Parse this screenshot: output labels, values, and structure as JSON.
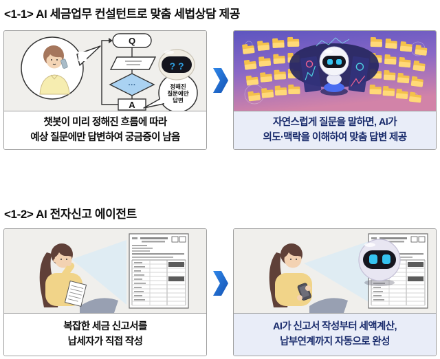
{
  "section1": {
    "title": "<1-1> AI 세금업무 컨설턴트로 맞춤 세법상담 제공",
    "left": {
      "caption_line1": "챗봇이 미리 정해진 흐름에 따라",
      "caption_line2": "예상 질문에만 답변하여 궁금증이 남음",
      "flowchart": {
        "q_label": "Q",
        "a_label": "A",
        "diamond_label": "···"
      },
      "robot_eyes": "? ?",
      "bubble_line1": "정해진",
      "bubble_line2": "질문에만",
      "bubble_line3": "답변"
    },
    "right": {
      "caption_line1": "자연스럽게 질문을 말하면, AI가",
      "caption_line2": "의도·맥락을 이해하여 맞춤 답변 제공"
    }
  },
  "section2": {
    "title": "<1-2> AI 전자신고 에이전트",
    "left": {
      "caption_line1": "복잡한 세금 신고서를",
      "caption_line2": "납세자가 직접 작성"
    },
    "right": {
      "caption_line1": "AI가 신고서 작성부터 세액계산,",
      "caption_line2": "납부연계까지 자동으로 완성"
    }
  },
  "colors": {
    "arrow_blue": "#2176d9",
    "panel_border": "#9f9f9f",
    "panel_image_bg": "#f0efec",
    "caption_highlight_bg": "#e9edf8",
    "caption_highlight_text": "#182a6b",
    "gradient_top": "#5d55c0",
    "gradient_bottom": "#d283a8",
    "folder_yellow": "#f4c14b",
    "robot_eye_cyan": "#35c3f0",
    "diamond_blue": "#aad2f2"
  }
}
